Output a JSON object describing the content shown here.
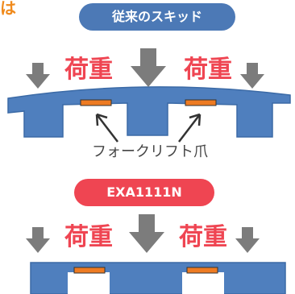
{
  "corner_text": "は",
  "conventional": {
    "title": "従来のスキッド",
    "load_left": "荷重",
    "load_right": "荷重"
  },
  "fork_label": "フォークリフト爪",
  "product": {
    "title": "EXA1111N",
    "load_left": "荷重",
    "load_right": "荷重"
  },
  "colors": {
    "pallet_blue": "#4f7fbe",
    "conventional_pill": "#4c79b6",
    "product_pill": "#ef4552",
    "load_text": "#ef4552",
    "arrow_gray": "#7c7c7c",
    "fork_orange": "#ee7b22",
    "corner_text": "#f08a1c"
  }
}
